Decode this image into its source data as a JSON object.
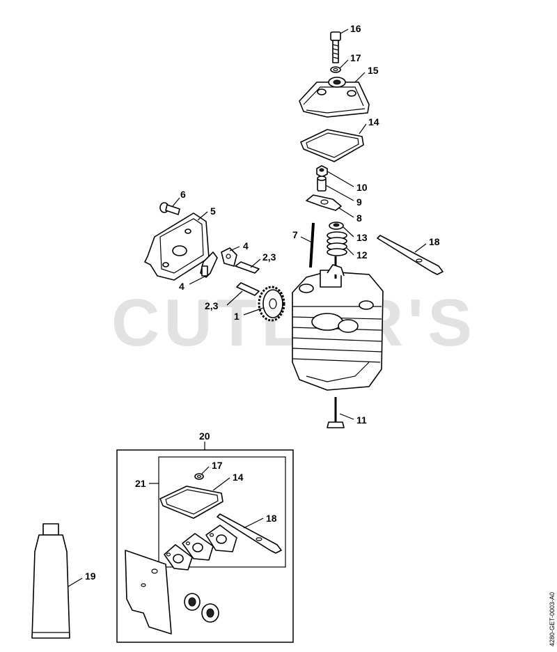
{
  "watermark": "CUTLER'S",
  "drawing_code": "4280-GET-0003-A0",
  "callouts": {
    "c16": "16",
    "c17a": "17",
    "c15": "15",
    "c14a": "14",
    "c10": "10",
    "c9": "9",
    "c8": "8",
    "c13": "13",
    "c12": "12",
    "c18a": "18",
    "c7": "7",
    "c6": "6",
    "c5": "5",
    "c4a": "4",
    "c23a": "2,3",
    "c4b": "4",
    "c23b": "2,3",
    "c1": "1",
    "c11": "11",
    "c20": "20",
    "c21": "21",
    "c17b": "17",
    "c14b": "14",
    "c18b": "18",
    "c19": "19"
  }
}
